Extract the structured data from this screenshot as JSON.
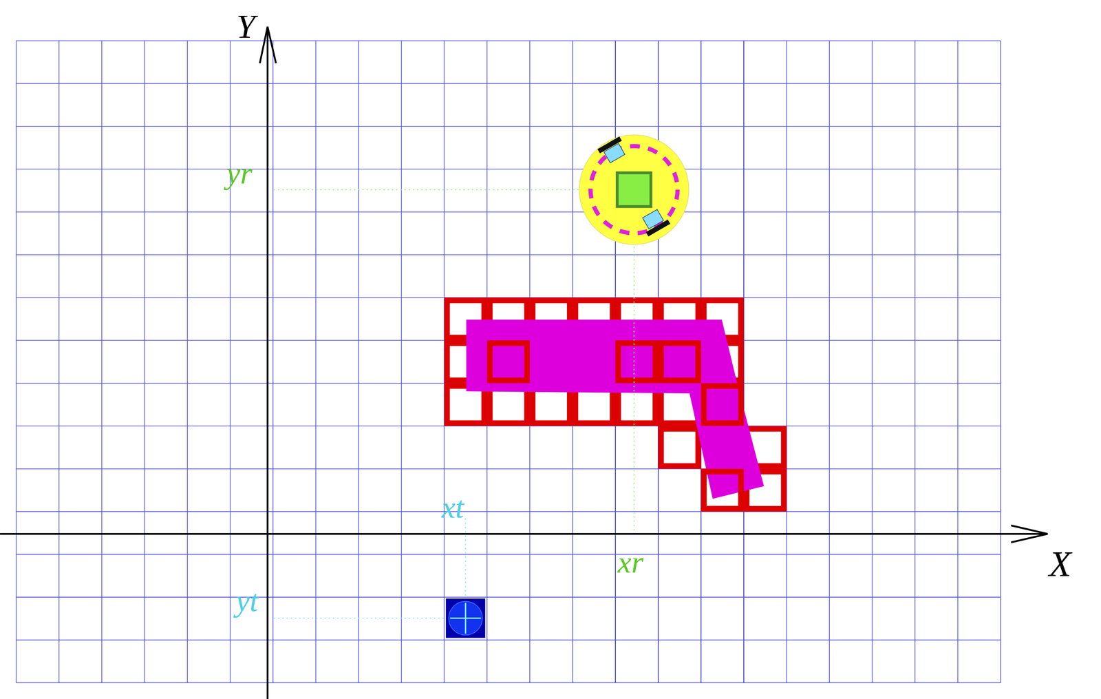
{
  "diagram": {
    "labels": [
      "Y",
      "yr",
      "xt",
      "X",
      "xr",
      "yt"
    ]
  }
}
